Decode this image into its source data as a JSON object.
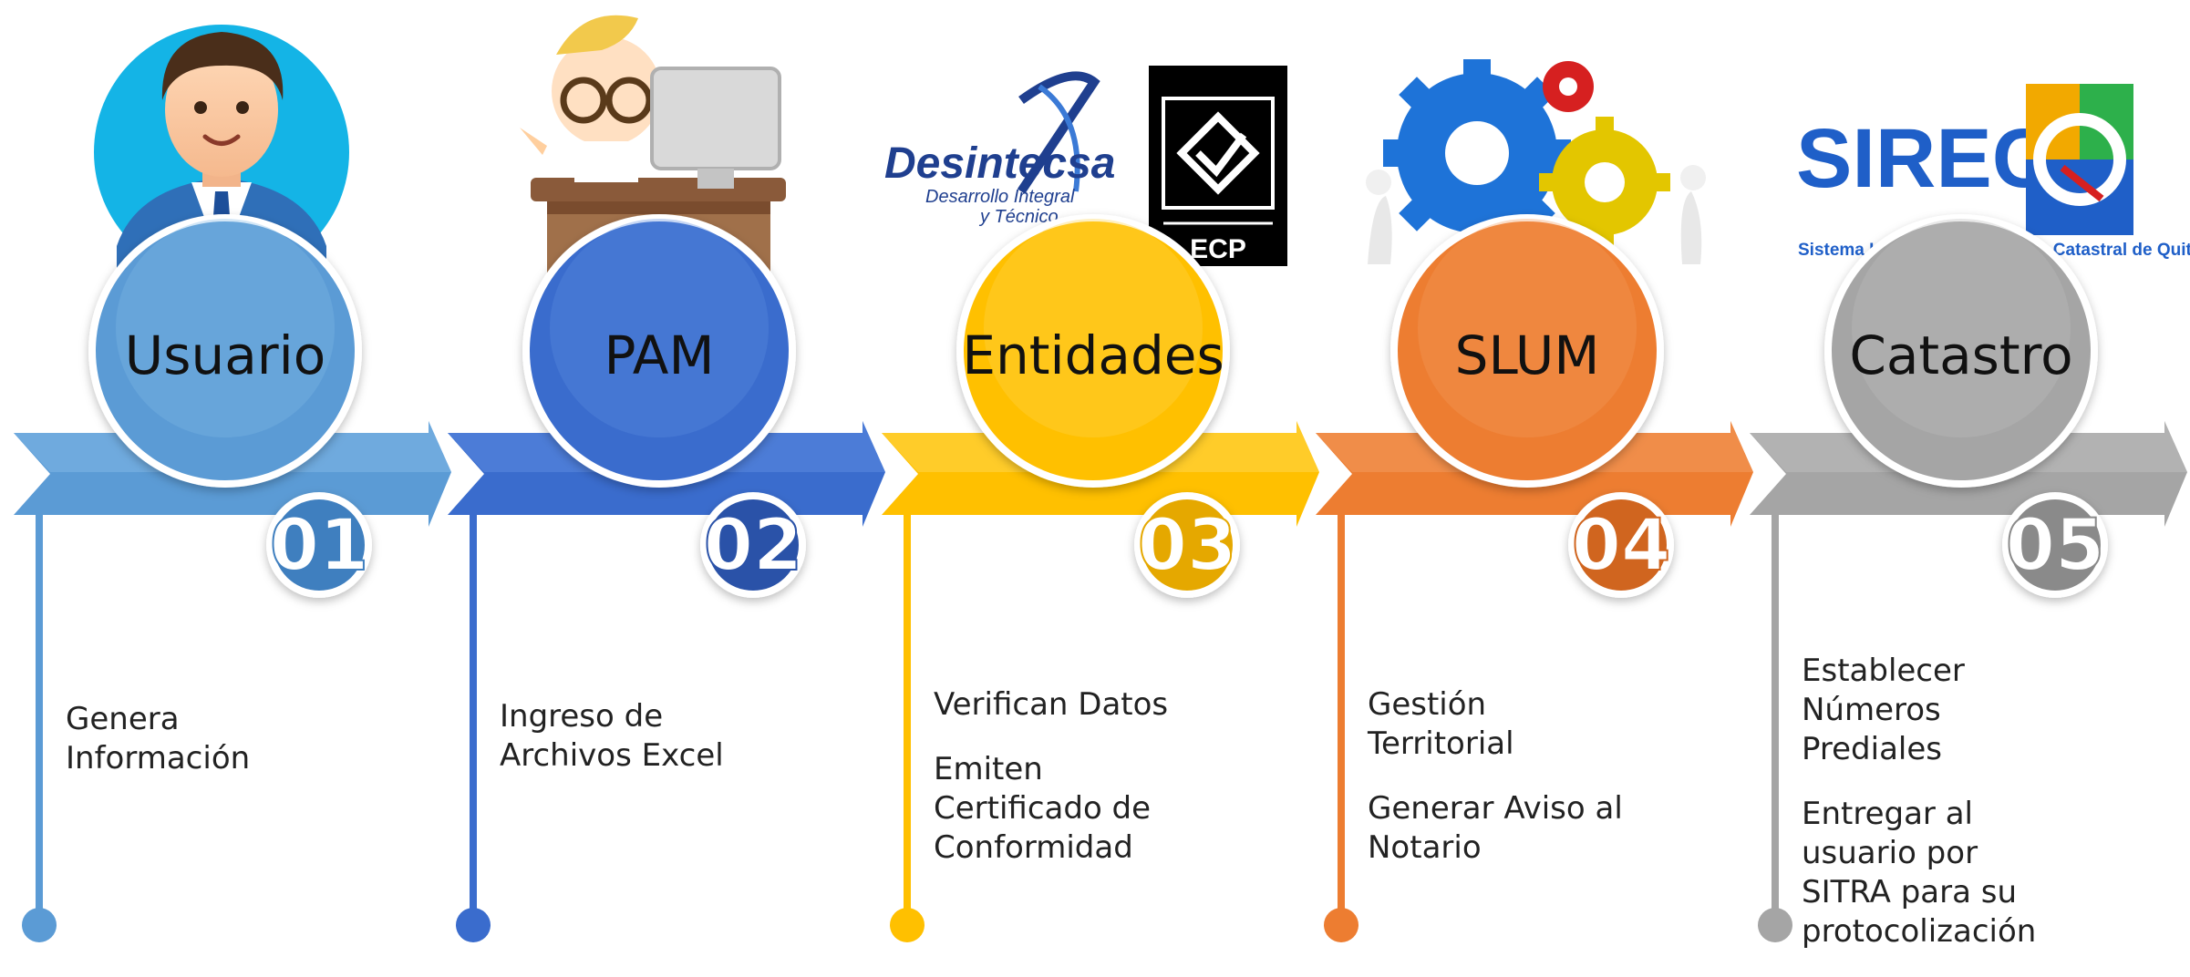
{
  "steps": [
    {
      "name": "Usuario",
      "number": "01",
      "color": "#5b9bd5",
      "colorLight": "#7fb6e6",
      "colorDark": "#3f7fbf",
      "descriptions": [
        "Genera Información"
      ]
    },
    {
      "name": "PAM",
      "number": "02",
      "color": "#3a6ccd",
      "colorLight": "#5b8be0",
      "colorDark": "#2a52a8",
      "descriptions": [
        "Ingreso de Archivos Excel"
      ]
    },
    {
      "name": "Entidades",
      "number": "03",
      "color": "#ffc000",
      "colorLight": "#ffd54a",
      "colorDark": "#e5a800",
      "descriptions": [
        "Verifican Datos",
        "Emiten Certificado de Conformidad"
      ]
    },
    {
      "name": "SLUM",
      "number": "04",
      "color": "#ed7d31",
      "colorLight": "#f39a5c",
      "colorDark": "#d0651f",
      "descriptions": [
        "Gestión Territorial",
        "Generar Aviso al Notario"
      ]
    },
    {
      "name": "Catastro",
      "number": "05",
      "color": "#a5a5a5",
      "colorLight": "#bdbdbd",
      "colorDark": "#8a8a8a",
      "descriptions": [
        "Establecer Números Prediales",
        "Entregar al usuario por SITRA para su protocolización"
      ]
    }
  ],
  "logos": {
    "desintecsa_name": "Desintecsa",
    "desintecsa_sub1": "Desarrollo Integral",
    "desintecsa_sub2": "y Técnico",
    "ecp": "ECP",
    "sirec_name": "SIREC-",
    "sirec_sub": "Sistema Integrado de Registro Catastral de Quito"
  }
}
